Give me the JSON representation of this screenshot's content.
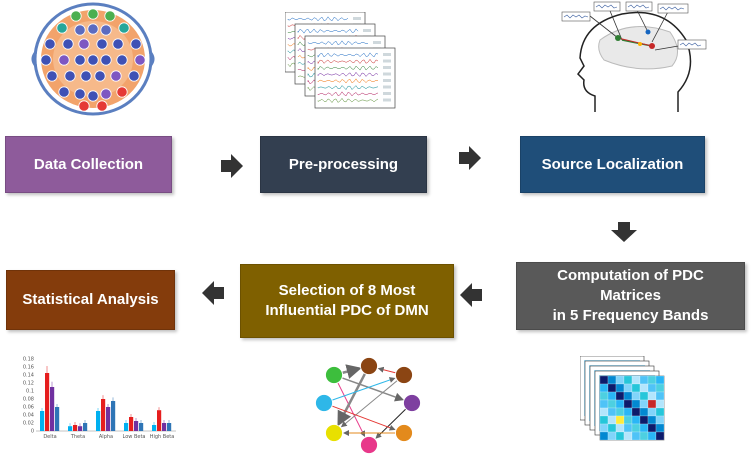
{
  "steps": {
    "data_collection": "Data Collection",
    "preprocessing": "Pre-processing",
    "source_localization": "Source Localization",
    "pdc_computation_line1": "Computation of PDC Matrices",
    "pdc_computation_line2": "in 5 Frequency Bands",
    "selection_line1": "Selection of  8 Most",
    "selection_line2": "Influential PDC of DMN",
    "statistical_analysis": "Statistical Analysis"
  },
  "colors": {
    "data_collection": "#8E5B9B",
    "preprocessing": "#333F50",
    "source_localization": "#1F4E79",
    "pdc_computation": "#595959",
    "selection": "#7F6000",
    "statistical_analysis": "#843C0C",
    "arrow": "#333333"
  },
  "bar_chart": {
    "categories": [
      "Delta",
      "Theta",
      "Alpha",
      "Low Beta",
      "High Beta"
    ],
    "series_colors": [
      "#00B0F0",
      "#E61E1E",
      "#7030A0",
      "#2E75B6",
      "#C9A227"
    ],
    "values": [
      [
        0.05,
        0.145,
        0.11,
        0.06
      ],
      [
        0.012,
        0.015,
        0.012,
        0.02
      ],
      [
        0.05,
        0.08,
        0.06,
        0.075
      ],
      [
        0.02,
        0.035,
        0.025,
        0.02
      ],
      [
        0.015,
        0.052,
        0.02,
        0.02
      ]
    ],
    "ylim": [
      0,
      0.18
    ],
    "yticks": [
      "0.18",
      "0.16",
      "0.14",
      "0.12",
      "0.1",
      "0.08",
      "0.06",
      "0.04",
      "0.02",
      "0"
    ]
  },
  "network_node_colors": [
    "#8B4513",
    "#7E3FA0",
    "#E38A1C",
    "#E8388A",
    "#E8E000",
    "#2EB7E8",
    "#3DBE3D"
  ]
}
